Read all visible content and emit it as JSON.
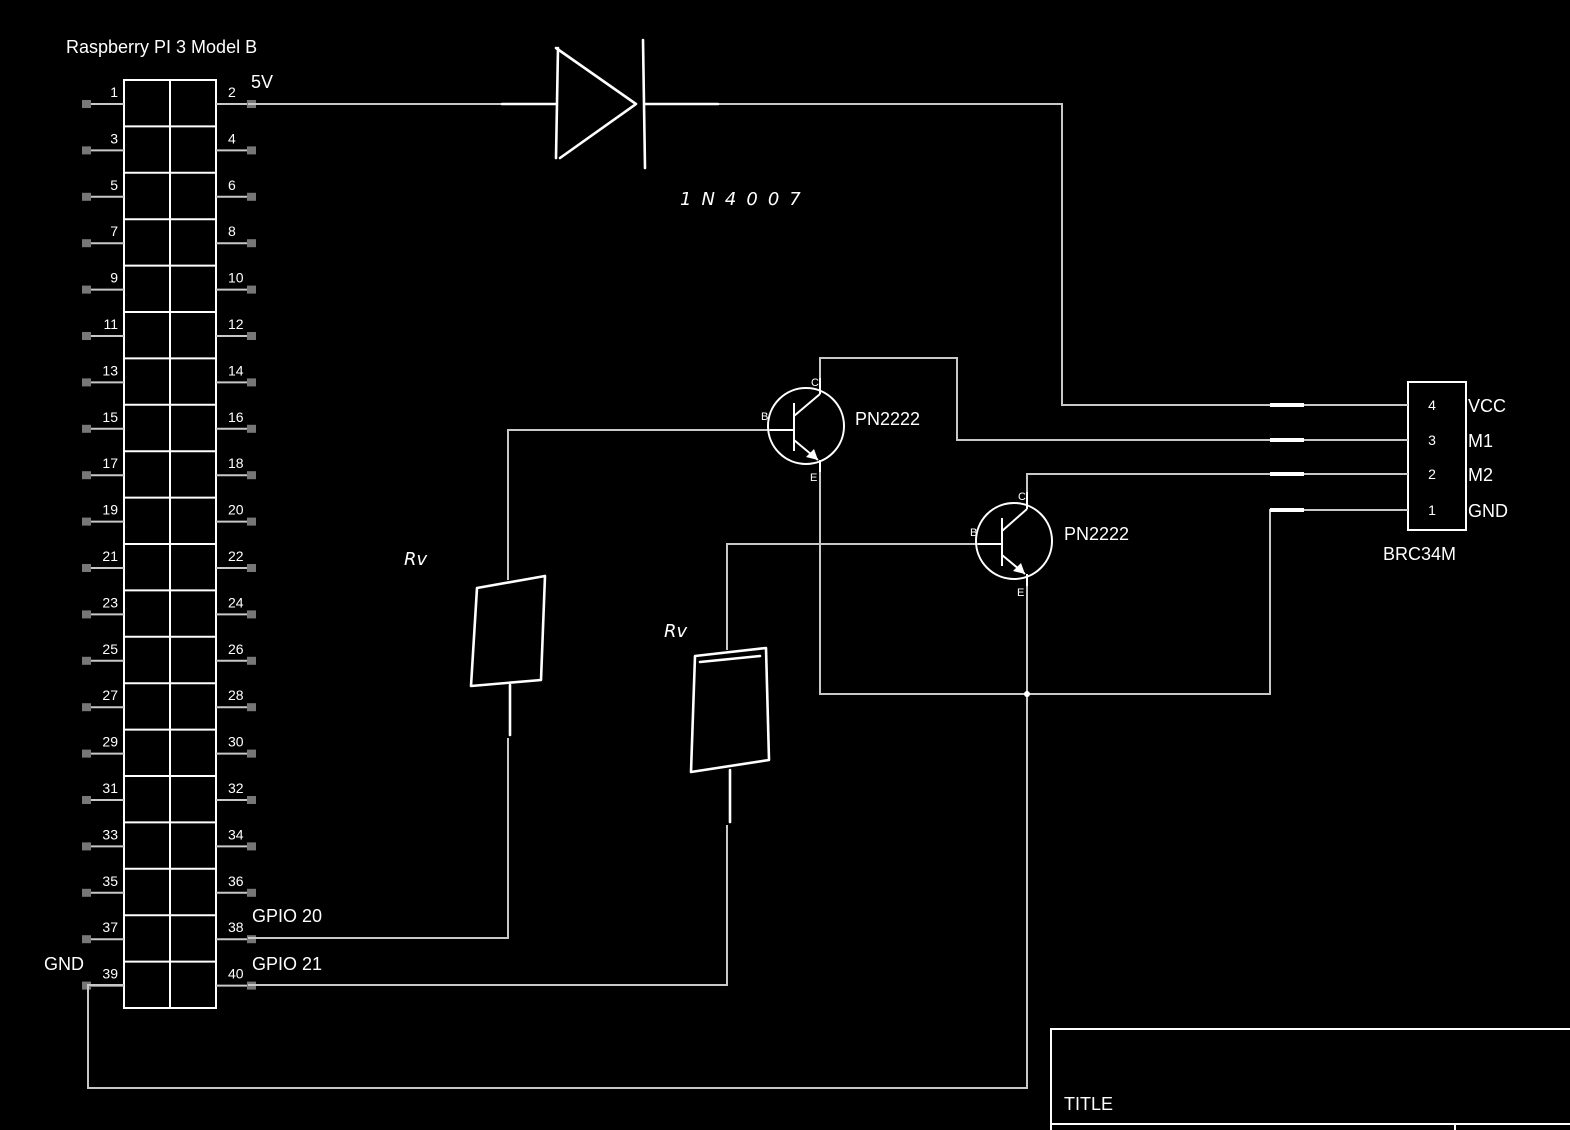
{
  "rpi": {
    "title": "Raspberry PI 3 Model B",
    "left_pins": [
      "1",
      "3",
      "5",
      "7",
      "9",
      "11",
      "13",
      "15",
      "17",
      "19",
      "21",
      "23",
      "25",
      "27",
      "29",
      "31",
      "33",
      "35",
      "37",
      "39"
    ],
    "right_pins": [
      "2",
      "4",
      "6",
      "8",
      "10",
      "12",
      "14",
      "16",
      "18",
      "20",
      "22",
      "24",
      "26",
      "28",
      "30",
      "32",
      "34",
      "36",
      "38",
      "40"
    ],
    "label_5v": "5V",
    "label_gnd": "GND",
    "label_gpio20": "GPIO 20",
    "label_gpio21": "GPIO 21"
  },
  "diode": {
    "label": "1N4007"
  },
  "transistor1": {
    "label": "PN2222",
    "b": "B",
    "c": "C",
    "e": "E"
  },
  "transistor2": {
    "label": "PN2222",
    "b": "B",
    "c": "C",
    "e": "E"
  },
  "resistor1": {
    "label": "Rv"
  },
  "resistor2": {
    "label": "Rv"
  },
  "motor": {
    "name": "BRC34M",
    "pins": [
      {
        "num": "4",
        "label": "VCC"
      },
      {
        "num": "3",
        "label": "M1"
      },
      {
        "num": "2",
        "label": "M2"
      },
      {
        "num": "1",
        "label": "GND"
      }
    ]
  },
  "title_block": {
    "title": "TITLE"
  },
  "colors": {
    "background": "#000000",
    "wire": "#c8c8c8",
    "ink": "#ffffff",
    "pad": "#777777"
  }
}
